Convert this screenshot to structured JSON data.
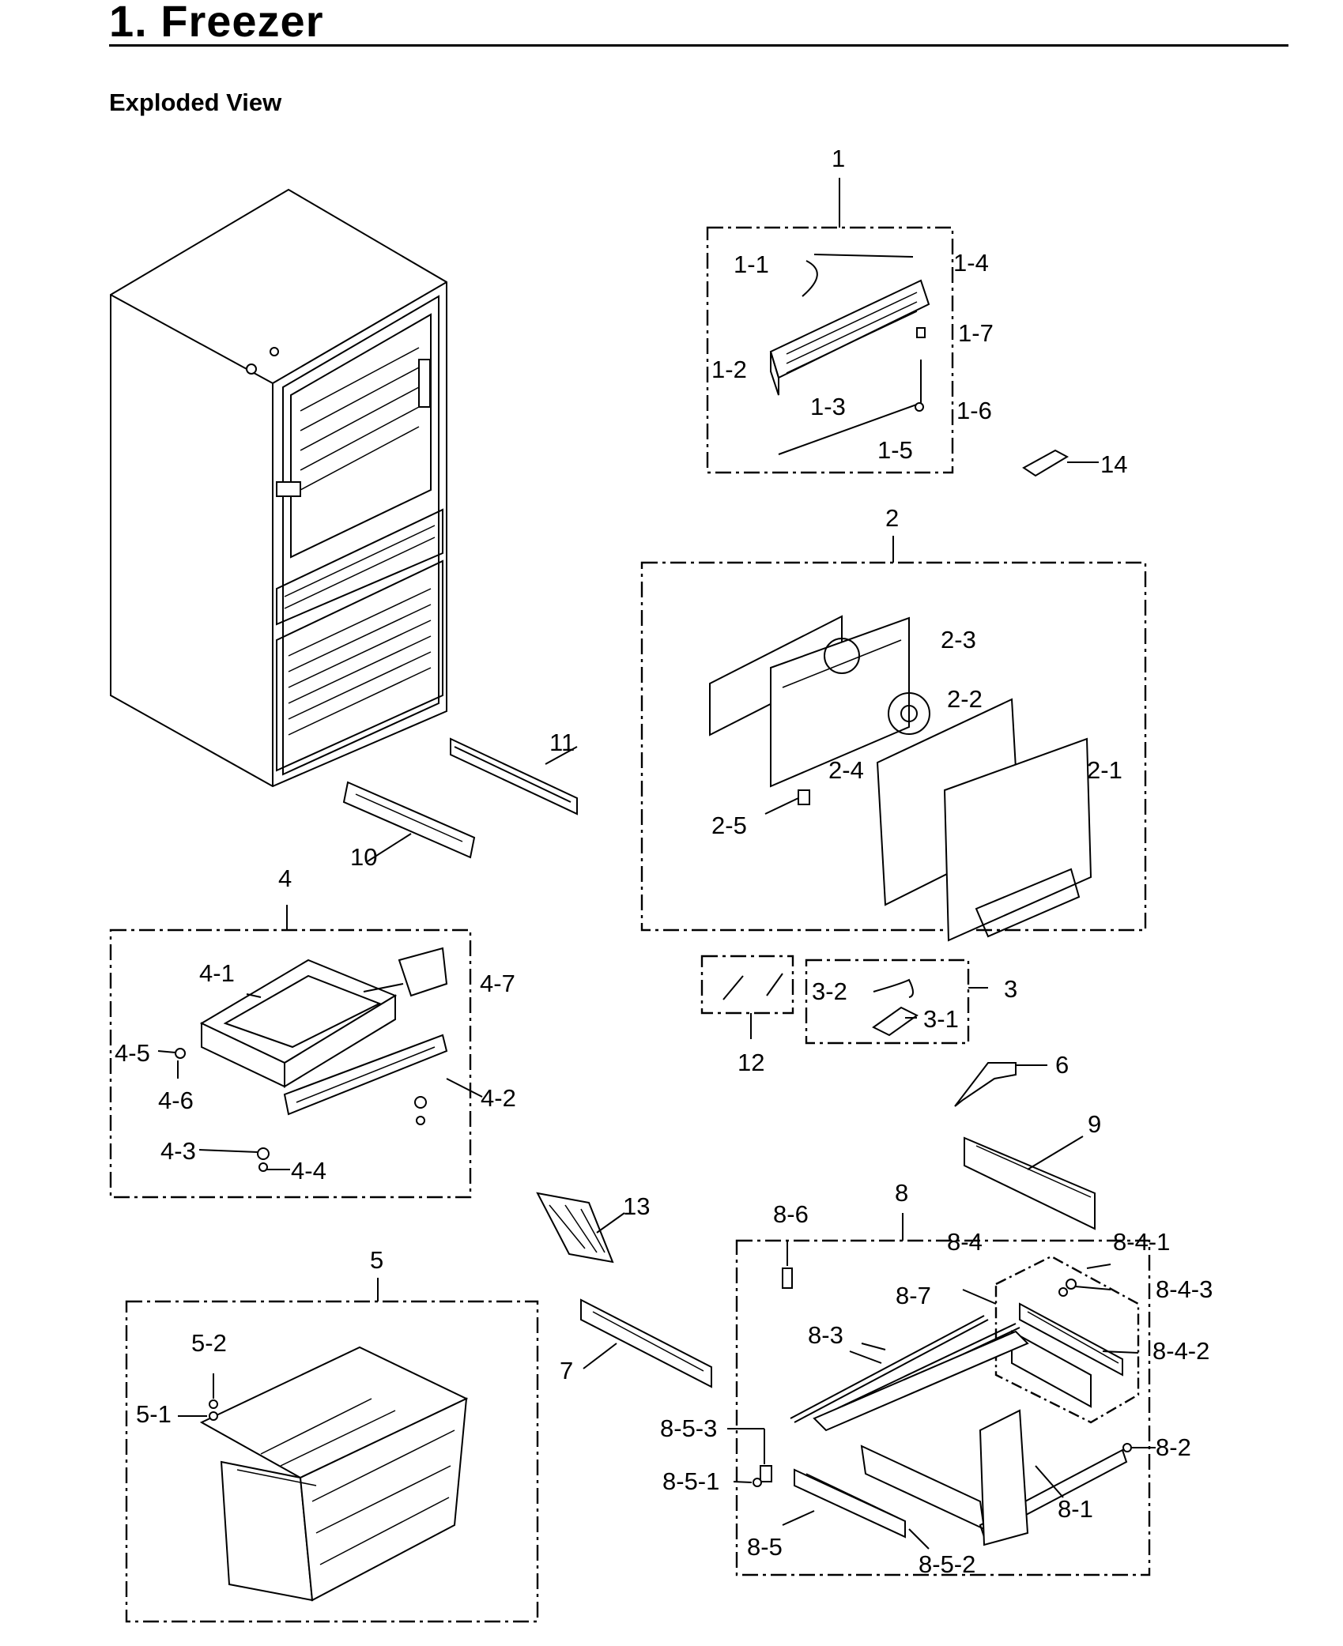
{
  "page": {
    "title": "1.  Freezer",
    "subtitle": "Exploded View"
  },
  "callouts": {
    "c1": "1",
    "c1_1": "1-1",
    "c1_2": "1-2",
    "c1_3": "1-3",
    "c1_4": "1-4",
    "c1_5": "1-5",
    "c1_6": "1-6",
    "c1_7": "1-7",
    "c14": "14",
    "c2": "2",
    "c2_1": "2-1",
    "c2_2": "2-2",
    "c2_3": "2-3",
    "c2_4": "2-4",
    "c2_5": "2-5",
    "c11": "11",
    "c10": "10",
    "c4": "4",
    "c4_1": "4-1",
    "c4_2": "4-2",
    "c4_3": "4-3",
    "c4_4": "4-4",
    "c4_5": "4-5",
    "c4_6": "4-6",
    "c4_7": "4-7",
    "c12": "12",
    "c3": "3",
    "c3_1": "3-1",
    "c3_2": "3-2",
    "c6": "6",
    "c9": "9",
    "c13": "13",
    "c5": "5",
    "c5_1": "5-1",
    "c5_2": "5-2",
    "c7": "7",
    "c8": "8",
    "c8_1": "8-1",
    "c8_2": "8-2",
    "c8_3": "8-3",
    "c8_4": "8-4",
    "c8_4_1": "8-4-1",
    "c8_4_2": "8-4-2",
    "c8_4_3": "8-4-3",
    "c8_5": "8-5",
    "c8_5_1": "8-5-1",
    "c8_5_2": "8-5-2",
    "c8_5_3": "8-5-3",
    "c8_6": "8-6",
    "c8_7": "8-7"
  }
}
